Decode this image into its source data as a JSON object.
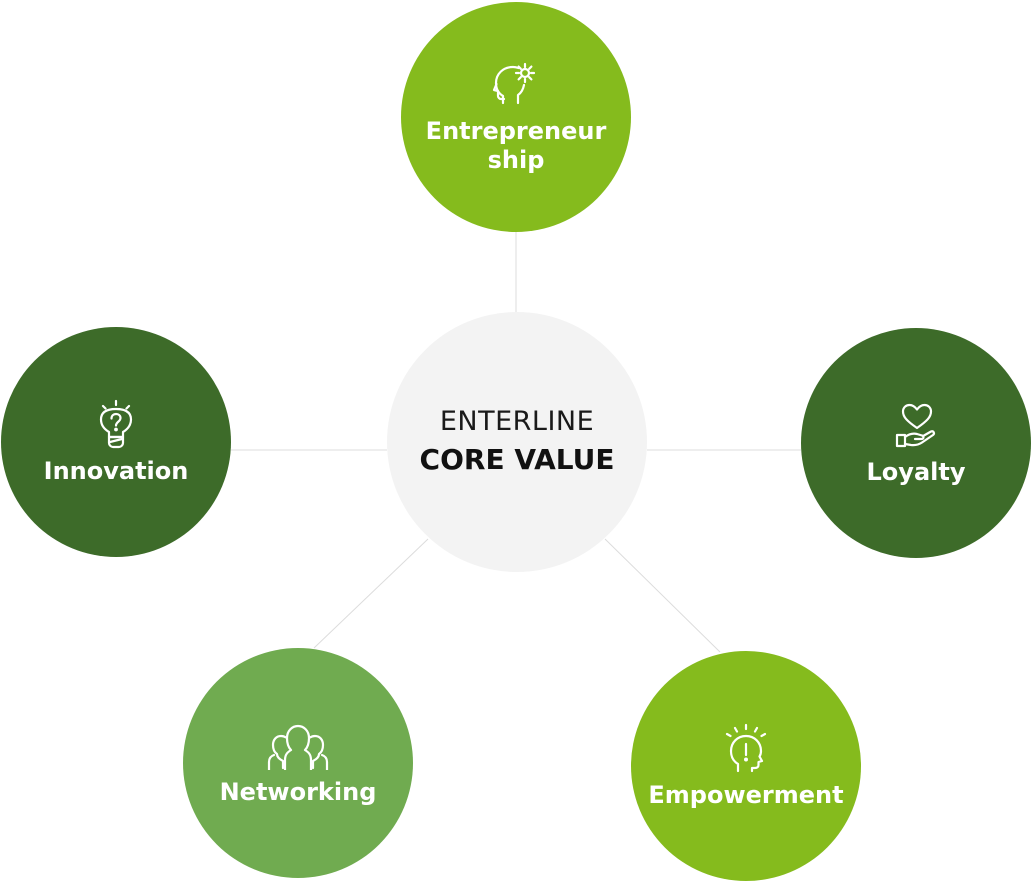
{
  "center": {
    "line1": "ENTERLINE",
    "line2": "CORE VALUE"
  },
  "colors": {
    "lime_green": "#85bb1d",
    "dark_green": "#3d6b29",
    "mid_green": "#70ab50",
    "center_fill": "#f3f3f3",
    "connector": "#dcdcdc",
    "text_on_node": "#ffffff"
  },
  "values": [
    {
      "key": "entrepreneurship",
      "label": "Entrepreneur\nship",
      "icon": "head-gear-icon",
      "color": "#85bb1d"
    },
    {
      "key": "innovation",
      "label": "Innovation",
      "icon": "lightbulb-question-icon",
      "color": "#3d6b29"
    },
    {
      "key": "loyalty",
      "label": "Loyalty",
      "icon": "heart-in-hand-icon",
      "color": "#3d6b29"
    },
    {
      "key": "networking",
      "label": "Networking",
      "icon": "people-group-icon",
      "color": "#70ab50"
    },
    {
      "key": "empowerment",
      "label": "Empowerment",
      "icon": "head-exclamation-icon",
      "color": "#85bb1d"
    }
  ]
}
